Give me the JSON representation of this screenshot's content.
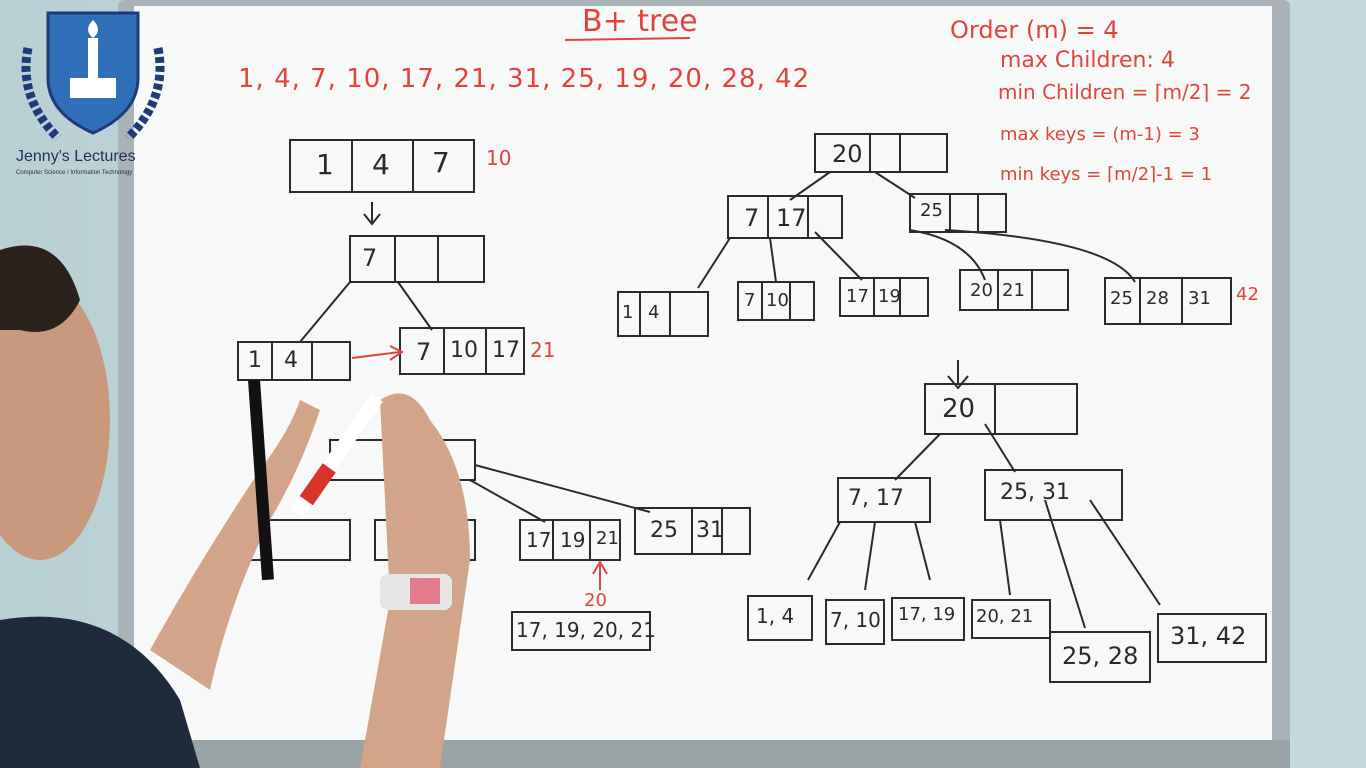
{
  "logo": {
    "name": "Jenny's Lectures",
    "tagline": "Computer Science / Information Technology"
  },
  "title": "B+ tree",
  "sequence": "1, 4, 7, 10, 17, 21, 31, 25, 19, 20, 28, 42",
  "notes": {
    "order": "Order (m) = 4",
    "max_children": "max Children: 4",
    "min_children": "min Children = ⌈m/2⌉ = 2",
    "max_keys": "max keys = (m-1) = 3",
    "min_keys": "min keys = ⌈m/2⌉-1 = 1"
  },
  "left_tree": {
    "step1": {
      "keys": [
        "1",
        "4",
        "7"
      ],
      "insert": "10"
    },
    "root": [
      "7",
      "",
      ""
    ],
    "leaf_a": [
      "1",
      "4",
      ""
    ],
    "leaf_b": [
      "7",
      "10",
      "17"
    ],
    "insert": "21",
    "lower_leaves": {
      "c": [
        "17",
        "19",
        "21"
      ],
      "d": [
        "25",
        "31",
        ""
      ]
    },
    "insert_20": "20",
    "merged": "17, 19, 20, 21"
  },
  "right_tree": {
    "root": [
      "20",
      "",
      ""
    ],
    "internal_a": [
      "7",
      "17",
      ""
    ],
    "internal_b": [
      "25",
      "",
      ""
    ],
    "leaves": [
      [
        "1",
        "4"
      ],
      [
        "7",
        "10"
      ],
      [
        "17",
        "19"
      ],
      [
        "20",
        "21"
      ],
      [
        "25",
        "28",
        "31"
      ]
    ],
    "insert": "42",
    "final_root": [
      "20",
      ""
    ],
    "final_a": "7, 17",
    "final_b": "25, 31",
    "final_leaves": [
      "1, 4",
      "7, 10",
      "17, 19",
      "20, 21",
      "25, 28",
      "31, 42"
    ]
  }
}
